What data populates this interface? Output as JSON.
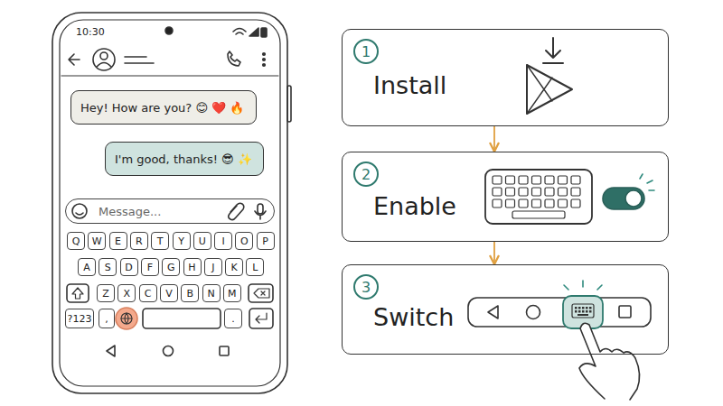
{
  "diagram": {
    "nodes": [
      {
        "text": [
          "Hey! How are you? 😊 ❤️ 🔥"
        ]
      },
      {
        "text": [
          "I'm good, thanks! 😎 ✨"
        ]
      },
      {
        "text": [
          "Message..."
        ]
      },
      {
        "text": [
          "Q"
        ]
      },
      {
        "text": [
          "W"
        ]
      },
      {
        "text": [
          "E"
        ]
      },
      {
        "text": [
          "R"
        ]
      },
      {
        "text": [
          "T"
        ]
      },
      {
        "text": [
          "Y"
        ]
      },
      {
        "text": [
          "U"
        ]
      },
      {
        "text": [
          "I"
        ]
      },
      {
        "text": [
          "O"
        ]
      },
      {
        "text": [
          "P"
        ]
      },
      {
        "text": [
          "A"
        ]
      },
      {
        "text": [
          "S"
        ]
      },
      {
        "text": [
          "D"
        ]
      },
      {
        "text": [
          "F"
        ]
      },
      {
        "text": [
          "G"
        ]
      },
      {
        "text": [
          "H"
        ]
      },
      {
        "text": [
          "J"
        ]
      },
      {
        "text": [
          "K"
        ]
      },
      {
        "text": [
          "L"
        ]
      },
      {
        "text": [
          "Z"
        ]
      },
      {
        "text": [
          "X"
        ]
      },
      {
        "text": [
          "C"
        ]
      },
      {
        "text": [
          "V"
        ]
      },
      {
        "text": [
          "B"
        ]
      },
      {
        "text": [
          "N"
        ]
      },
      {
        "text": [
          "M"
        ]
      },
      {
        "text": [
          "?123"
        ]
      },
      {
        "text": [
          ","
        ]
      },
      {
        "text": [
          "."
        ]
      },
      {
        "text": [
          "1",
          "Install"
        ]
      },
      {
        "text": [
          "2",
          "Enable"
        ]
      },
      {
        "text": [
          "3",
          "Switch"
        ]
      }
    ],
    "edges": [
      {
        "from": 32,
        "to": 33,
        "arrow": "to"
      },
      {
        "from": 33,
        "to": 34,
        "arrow": "to"
      }
    ],
    "labels": [
      "10:30"
    ]
  }
}
